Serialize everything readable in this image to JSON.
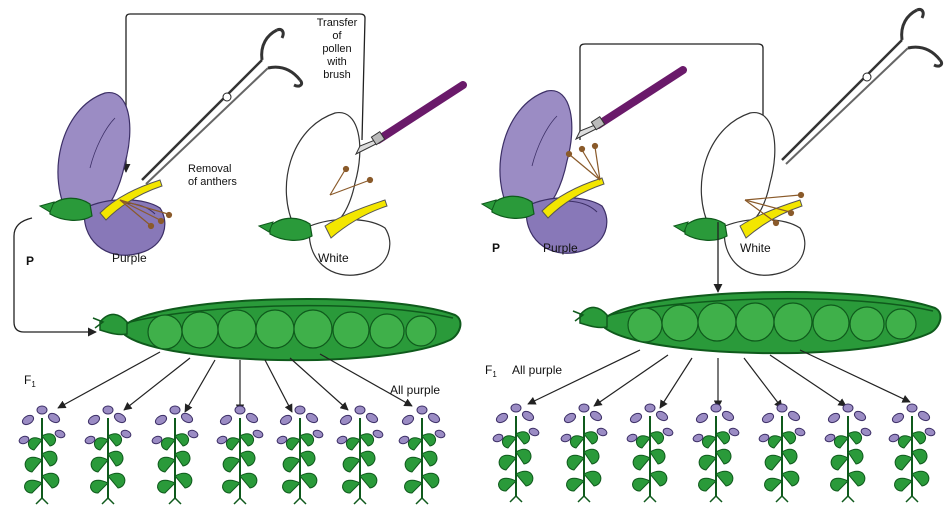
{
  "colors": {
    "purple_petal": "#9b8cc4",
    "purple_dark": "#5a4a8a",
    "green": "#2a9a3a",
    "green_dark": "#0f5a1c",
    "yellow": "#f3e600",
    "anther": "#8a5a2a",
    "brush_handle": "#6a1a6a",
    "arrow": "#222222"
  },
  "left_panel": {
    "transfer_label": [
      "Transfer",
      "of",
      "pollen",
      "with",
      "brush"
    ],
    "removal_label": [
      "Removal",
      "of anthers"
    ],
    "generation_p": "P",
    "purple_label": "Purple",
    "white_label": "White",
    "f1_label": "F",
    "f1_sub": "1",
    "result_label": "All purple",
    "scissors_icon": "scissors-icon",
    "brush_icon": "brush-icon"
  },
  "right_panel": {
    "generation_p": "P",
    "purple_label": "Purple",
    "white_label": "White",
    "f1_label": "F",
    "f1_sub": "1",
    "result_label": "All purple",
    "scissors_icon": "scissors-icon",
    "brush_icon": "brush-icon"
  }
}
